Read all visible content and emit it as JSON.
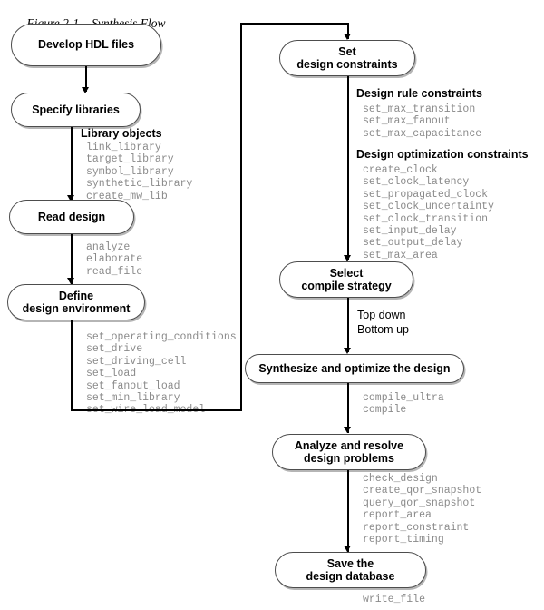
{
  "caption": {
    "number": "Figure 2-1",
    "title": "Synthesis Flow"
  },
  "left_column": {
    "nodes": [
      {
        "id": "develop-hdl-files",
        "label": "Develop HDL files"
      },
      {
        "id": "specify-libraries",
        "label": "Specify libraries"
      },
      {
        "id": "read-design",
        "label": "Read design"
      },
      {
        "id": "define-design-environment",
        "label": "Define\ndesign environment"
      }
    ],
    "annotations": [
      {
        "id": "library-objects",
        "heading": "Library objects",
        "commands": "link_library\ntarget_library\nsymbol_library\nsynthetic_library\ncreate_mw_lib"
      },
      {
        "id": "read-design-commands",
        "heading": "",
        "commands": "analyze\nelaborate\nread_file"
      },
      {
        "id": "design-environment-commands",
        "heading": "",
        "commands": "set_operating_conditions\nset_drive\nset_driving_cell\nset_load\nset_fanout_load\nset_min_library\nset_wire_load_model"
      }
    ]
  },
  "right_column": {
    "nodes": [
      {
        "id": "set-design-constraints",
        "label": "Set\ndesign constraints"
      },
      {
        "id": "select-compile-strategy",
        "label": "Select\ncompile strategy"
      },
      {
        "id": "synthesize-and-optimize",
        "label": "Synthesize and optimize the design"
      },
      {
        "id": "analyze-and-resolve",
        "label": "Analyze and resolve\ndesign problems"
      },
      {
        "id": "save-design-database",
        "label": "Save the\ndesign database"
      }
    ],
    "annotations": [
      {
        "id": "design-rule-constraints",
        "heading": "Design rule constraints",
        "commands": "set_max_transition\nset_max_fanout\nset_max_capacitance"
      },
      {
        "id": "design-optimization-constraints",
        "heading": "Design optimization constraints",
        "commands": "create_clock\nset_clock_latency\nset_propagated_clock\nset_clock_uncertainty\nset_clock_transition\nset_input_delay\nset_output_delay\nset_max_area"
      },
      {
        "id": "compile-strategy-options",
        "heading": "",
        "plain": "Top down\nBottom up"
      },
      {
        "id": "compile-commands",
        "heading": "",
        "commands": "compile_ultra\ncompile"
      },
      {
        "id": "analyze-commands",
        "heading": "",
        "commands": "check_design\ncreate_qor_snapshot\nquery_qor_snapshot\nreport_area\nreport_constraint\nreport_timing"
      },
      {
        "id": "save-commands",
        "heading": "",
        "commands": "write_file"
      }
    ]
  },
  "colors": {
    "command_text": "#8a8a8a",
    "node_border": "#4d4d4d",
    "line": "#000000",
    "text": "#000000"
  }
}
